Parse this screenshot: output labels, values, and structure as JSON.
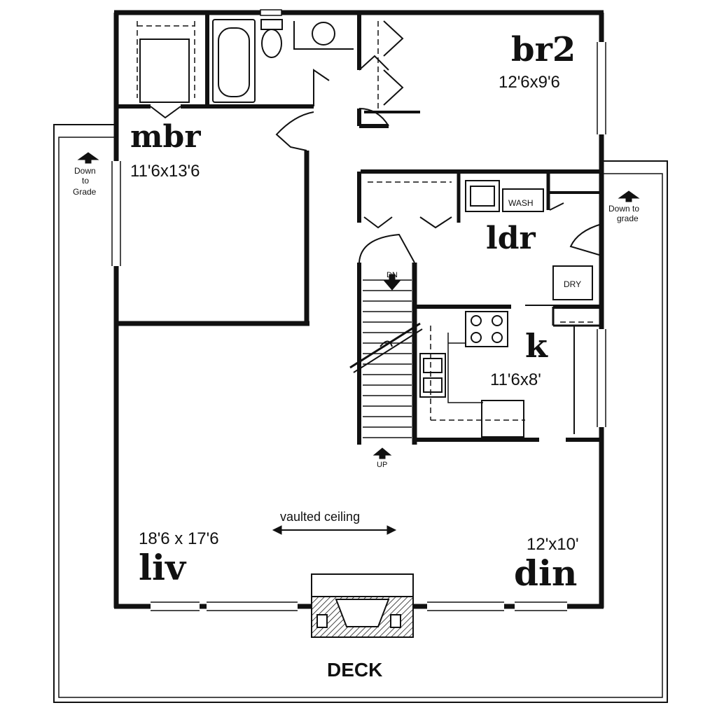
{
  "rooms": {
    "br2": {
      "name": "br2",
      "dims": "12'6x9'6"
    },
    "mbr": {
      "name": "mbr",
      "dims": "11'6x13'6"
    },
    "ldr": {
      "name": "ldr"
    },
    "k": {
      "name": "k",
      "dims": "11'6x8'"
    },
    "liv": {
      "name": "liv",
      "dims": "18'6 x 17'6"
    },
    "din": {
      "name": "din",
      "dims": "12'x10'"
    },
    "deck": {
      "name": "DECK"
    }
  },
  "fixtures": {
    "wash": "WASH",
    "dry": "DRY"
  },
  "notes": {
    "down_to_grade_left": [
      "Down",
      "to",
      "Grade"
    ],
    "down_to_grade_right": [
      "Down to",
      "grade"
    ],
    "stair_down": "DN",
    "stair_up": "UP",
    "vaulted": "vaulted ceiling"
  },
  "colors": {
    "line": "#111111",
    "background": "#ffffff"
  }
}
